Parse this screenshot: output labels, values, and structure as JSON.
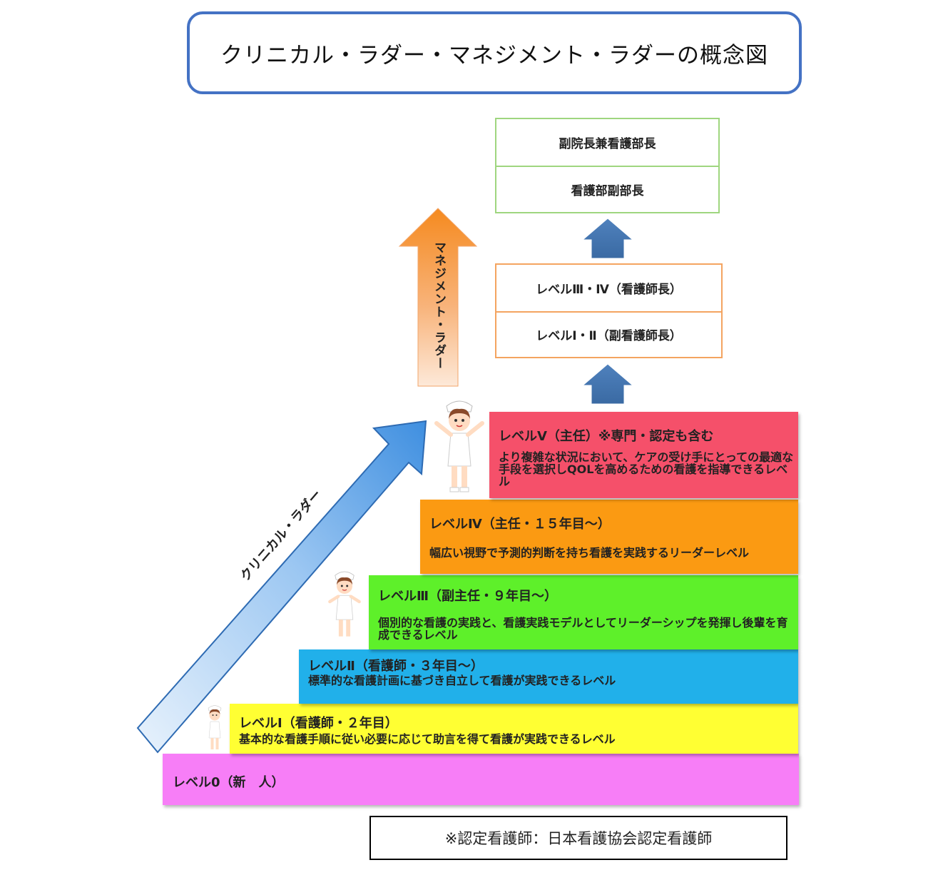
{
  "title": "クリニカル・ラダー・マネジメント・ラダーの概念図",
  "management_ladder": {
    "label": "マネジメント・ラダー",
    "arrow_color": "#f59a3f",
    "top_roles": [
      "副院長兼看護部長",
      "看護部副部長"
    ],
    "level_roles": [
      "レベルⅢ・Ⅳ（看護師長）",
      "レベルⅠ・Ⅱ（副看護師長）"
    ]
  },
  "clinical_ladder": {
    "label": "クリニカル・ラダー",
    "arrow_color": "#4a90e2"
  },
  "levels": [
    {
      "heading": "レベル0（新　人）",
      "description": "",
      "color": "#f77ef7"
    },
    {
      "heading": "レベルⅠ（看護師・２年目）",
      "description": "基本的な看護手順に従い必要に応じて助言を得て看護が実践できるレベル",
      "color": "#ffff33"
    },
    {
      "heading": "レベルⅡ（看護師・３年目～）",
      "description": "標準的な看護計画に基づき自立して看護が実践できるレベル",
      "color": "#21b0ea"
    },
    {
      "heading": "レベルⅢ（副主任・９年目～）",
      "description": "個別的な看護の実践と、看護実践モデルとしてリーダーシップを発揮し後輩を育成できるレベル",
      "color": "#5ef02a"
    },
    {
      "heading": "レベルⅣ（主任・１５年目～）",
      "description": "幅広い視野で予測的判断を持ち看護を実践するリーダーレベル",
      "color": "#fb9a12"
    },
    {
      "heading": "レベルⅤ（主任）※専門・認定も含む",
      "description": "より複雑な状況において、ケアの受け手にとっての最適な手段を選択しQOLを高めるための看護を指導できるレベル",
      "color": "#f5506a"
    }
  ],
  "note": "※認定看護師：日本看護協会認定看護師",
  "colors": {
    "title_border": "#4472c4",
    "up_arrow": "#4f81bd",
    "role_border_green": "#9fd67f",
    "role_border_orange": "#f4a460"
  }
}
